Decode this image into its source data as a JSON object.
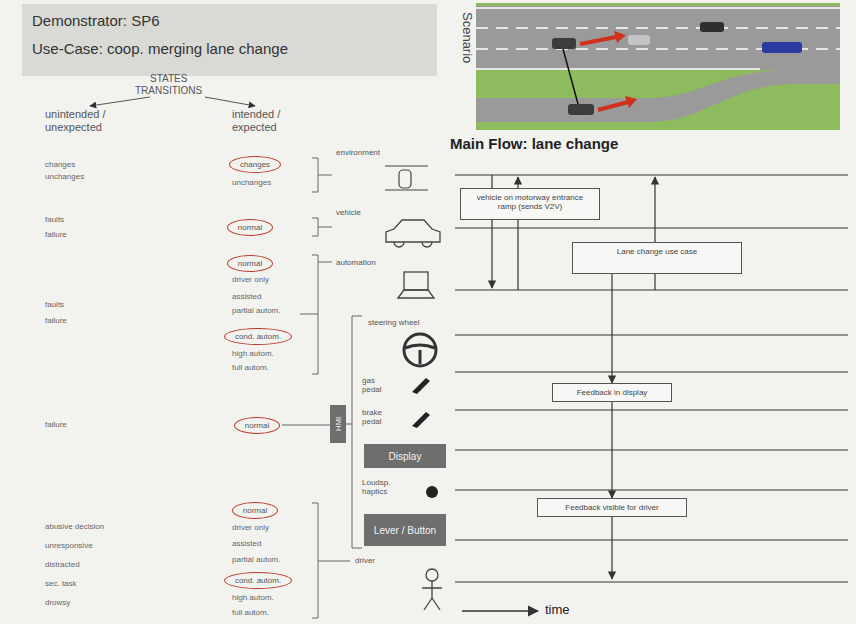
{
  "diagram": {
    "nodes": [
      {
        "text": [
          "Demonstrator: SP6",
          "Use-Case: coop. merging lane change"
        ]
      },
      {
        "text": [
          "changes"
        ]
      },
      {
        "text": [
          "normal"
        ]
      },
      {
        "text": [
          "normal"
        ]
      },
      {
        "text": [
          "cond. autom."
        ]
      },
      {
        "text": [
          "normal"
        ]
      },
      {
        "text": [
          "normal"
        ]
      },
      {
        "text": [
          "cond. autom."
        ]
      },
      {
        "text": [
          "HMI"
        ]
      },
      {
        "text": [
          "Display"
        ]
      },
      {
        "text": [
          "Lever / Button"
        ]
      },
      {
        "text": [
          "vehicle on motorway entrance ramp (sends V2V)"
        ]
      },
      {
        "text": [
          "Lane change use case"
        ]
      },
      {
        "text": [
          "Feedback in display"
        ]
      },
      {
        "text": [
          "Feedback visible for driver"
        ]
      }
    ],
    "edges": [
      {
        "from": 12,
        "to": 13,
        "arrow": "to"
      },
      {
        "from": 13,
        "to": 14,
        "arrow": "to"
      }
    ],
    "labels": [
      "STATES",
      "TRANSITIONS",
      "unintended /",
      "unexpected",
      "intended /",
      "expected",
      "changes",
      "unchanges",
      "faults",
      "failure",
      "faults",
      "failure",
      "failure",
      "abusive decision",
      "unresponsive",
      "distracted",
      "sec. task",
      "drowsy",
      "unchanges",
      "driver only",
      "assisted",
      "partial autom.",
      "high autom.",
      "full autom.",
      "driver only",
      "assisted",
      "partial autom.",
      "high autom.",
      "full autom.",
      "environment",
      "vehicle",
      "automation",
      "steering wheel",
      "gas pedal",
      "brake pedal",
      "Loudsp. haptics",
      "driver",
      "Scenario",
      "Main Flow: lane change",
      "time"
    ]
  }
}
